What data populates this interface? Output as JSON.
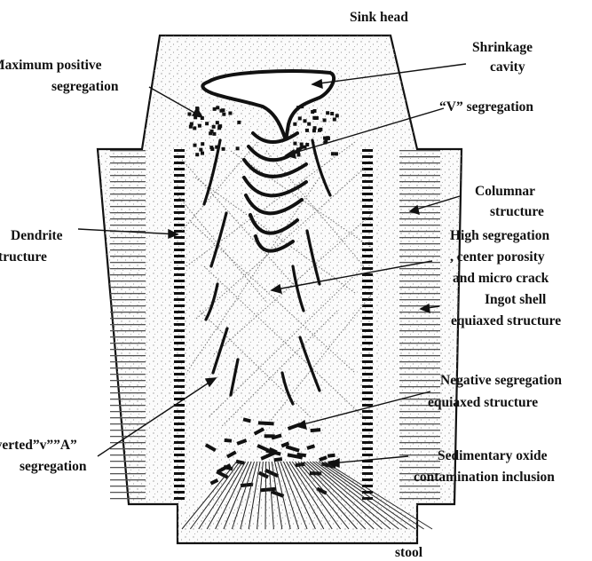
{
  "labels": {
    "sink_head": "Sink head",
    "shrinkage_1": "Shrinkage",
    "shrinkage_2": "cavity",
    "max_pos_1": "Maximum positive",
    "max_pos_2": "segregation",
    "v_seg": "“V” segregation",
    "columnar_1": "Columnar",
    "columnar_2": "structure",
    "dendrite_1": "Dendrite",
    "dendrite_2": "structure",
    "high_seg_1": "High segregation",
    "high_seg_2": ", center porosity",
    "high_seg_3": "and micro crack",
    "ingot_1": "Ingot shell",
    "ingot_2": "equiaxed structure",
    "neg_seg_1": "Negative segregation",
    "neg_seg_2": "equiaxed structure",
    "inv_v_1": "Inverted”v””A”",
    "inv_v_2": "segregation",
    "sediment_1": "Sedimentary oxide",
    "sediment_2": "contamination inclusion",
    "stool": "stool"
  },
  "colors": {
    "outline": "#111111",
    "speckle": "#9a9a9a",
    "dotted_lines": "#777777"
  }
}
